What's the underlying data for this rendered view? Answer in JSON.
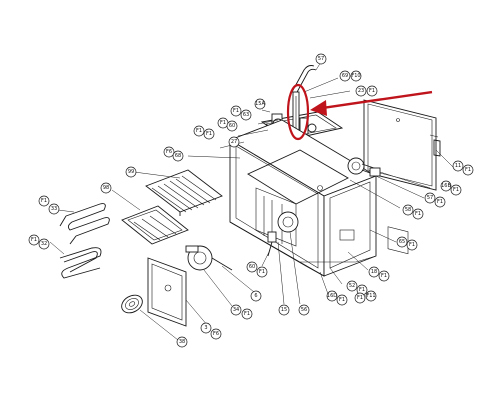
{
  "accent_color": "#c0141c",
  "callouts": [
    {
      "id": "c57",
      "text": "57"
    },
    {
      "id": "c69",
      "text": "69"
    },
    {
      "id": "cf10a",
      "text": "F10"
    },
    {
      "id": "c23",
      "text": "23"
    },
    {
      "id": "cf1a",
      "text": "F1"
    },
    {
      "id": "c15a",
      "text": "15A"
    },
    {
      "id": "cf1b",
      "text": "F1"
    },
    {
      "id": "c63",
      "text": "63"
    },
    {
      "id": "cf1c",
      "text": "F1"
    },
    {
      "id": "c60",
      "text": "60"
    },
    {
      "id": "cf1d",
      "text": "F1"
    },
    {
      "id": "cf1e",
      "text": "F1"
    },
    {
      "id": "c27",
      "text": "27"
    },
    {
      "id": "cf6",
      "text": "F6"
    },
    {
      "id": "c68",
      "text": "68"
    },
    {
      "id": "c99",
      "text": "99"
    },
    {
      "id": "c98",
      "text": "98"
    },
    {
      "id": "cf1f",
      "text": "F1"
    },
    {
      "id": "c33",
      "text": "33"
    },
    {
      "id": "cf1g",
      "text": "F1"
    },
    {
      "id": "c32",
      "text": "32"
    },
    {
      "id": "cf1h",
      "text": "F1"
    },
    {
      "id": "c11",
      "text": "11"
    },
    {
      "id": "cf1i",
      "text": "F1"
    },
    {
      "id": "c16b",
      "text": "16B"
    },
    {
      "id": "cf1j",
      "text": "F1"
    },
    {
      "id": "c57b",
      "text": "57"
    },
    {
      "id": "cf1k",
      "text": "F1"
    },
    {
      "id": "c58",
      "text": "58"
    },
    {
      "id": "cf1l",
      "text": "F1"
    },
    {
      "id": "c65",
      "text": "65"
    },
    {
      "id": "cf1m",
      "text": "F1"
    },
    {
      "id": "c18",
      "text": "18"
    },
    {
      "id": "cf1n",
      "text": "F1"
    },
    {
      "id": "c52",
      "text": "52"
    },
    {
      "id": "cf1o",
      "text": "F1"
    },
    {
      "id": "cf11",
      "text": "F11"
    },
    {
      "id": "c16d",
      "text": "16D"
    },
    {
      "id": "cf1p",
      "text": "F1"
    },
    {
      "id": "c56",
      "text": "56"
    },
    {
      "id": "c15",
      "text": "15"
    },
    {
      "id": "c60b",
      "text": "60"
    },
    {
      "id": "cf1q",
      "text": "F1"
    },
    {
      "id": "c6",
      "text": "6"
    },
    {
      "id": "c34",
      "text": "34"
    },
    {
      "id": "cf1r",
      "text": "F1"
    },
    {
      "id": "c3",
      "text": "3"
    },
    {
      "id": "cf6b",
      "text": "F6"
    },
    {
      "id": "c38",
      "text": "38"
    }
  ]
}
